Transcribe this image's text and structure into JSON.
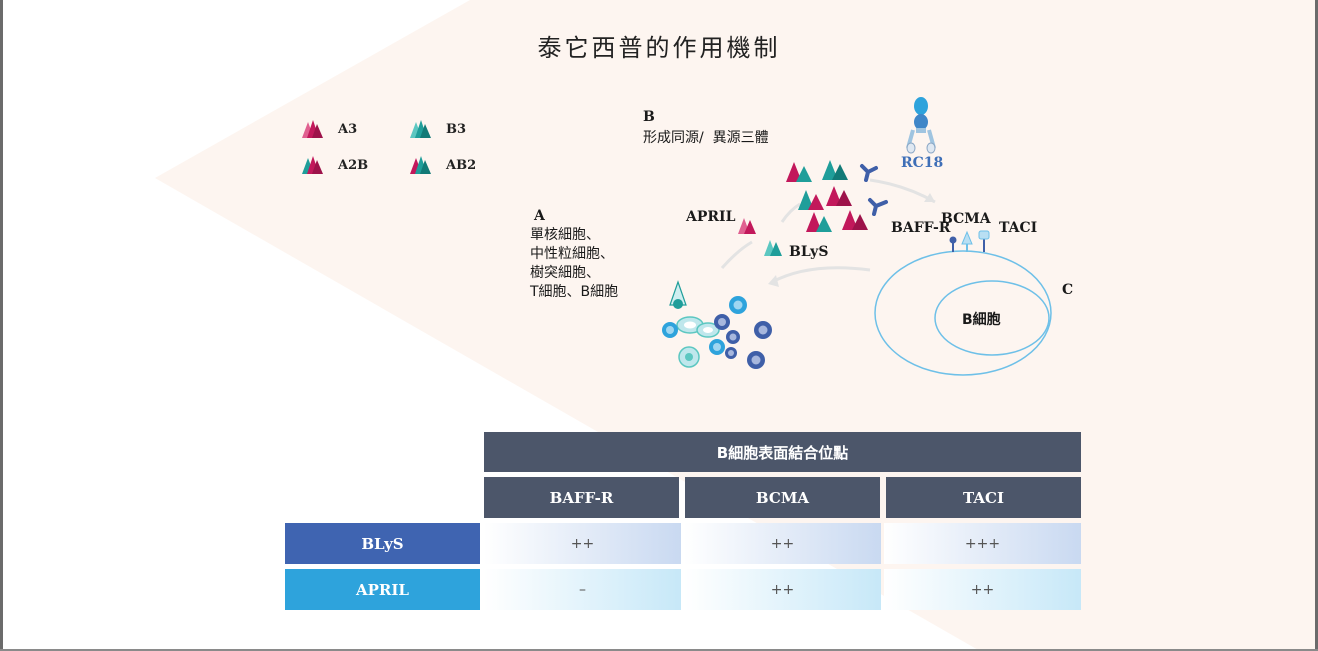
{
  "title": "泰它西普的作用機制",
  "legend": [
    {
      "label": "A3",
      "icon": "trimer-a3-icon"
    },
    {
      "label": "B3",
      "icon": "trimer-b3-icon"
    },
    {
      "label": "A2B",
      "icon": "trimer-a2b-icon"
    },
    {
      "label": "AB2",
      "icon": "trimer-ab2-icon"
    }
  ],
  "labels": {
    "a_letter": "A",
    "a_lines": [
      "單核細胞、",
      "中性粒細胞、",
      "樹突細胞、",
      "T細胞、B細胞"
    ],
    "b_letter": "B",
    "b_text": "形成同源/  異源三體",
    "c_letter": "C",
    "april": "APRIL",
    "blys": "BLyS",
    "rc18": "RC18",
    "baff_r": "BAFF-R",
    "bcma": "BCMA",
    "taci": "TACI",
    "b_cell": "B細胞"
  },
  "table": {
    "title": "B細胞表面結合位點",
    "columns": [
      "BAFF-R",
      "BCMA",
      "TACI"
    ],
    "rows": [
      {
        "label": "BLyS",
        "values": [
          "++",
          "++",
          "+++"
        ]
      },
      {
        "label": "APRIL",
        "values": [
          "–",
          "++",
          "++"
        ]
      }
    ]
  },
  "colors": {
    "magenta": "#c2185b",
    "teal": "#1f9e9a",
    "blue": "#3f5fa8",
    "light_blue": "#2ea3dc",
    "header_gray": "#4c566a",
    "row_blys": "#3f64b1",
    "row_april": "#2ea3dc"
  }
}
